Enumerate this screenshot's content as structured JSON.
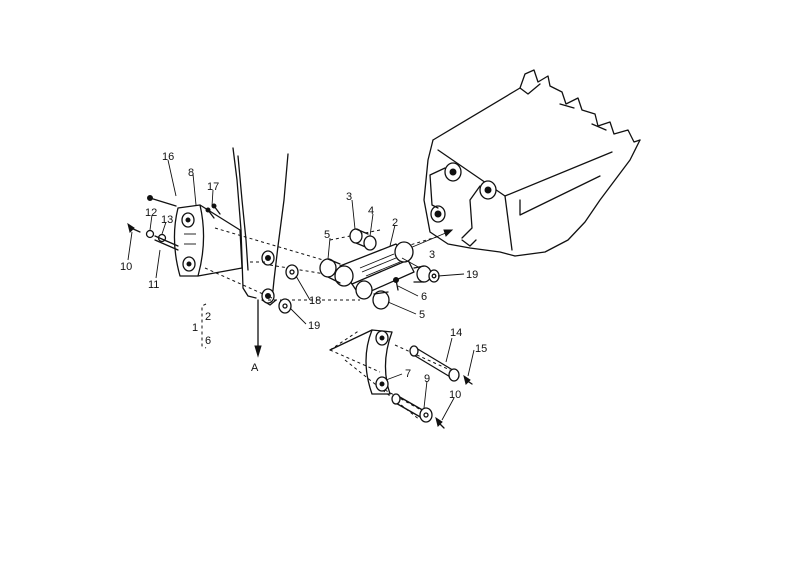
{
  "diagram": {
    "labels": {
      "n1": "1",
      "n2": "2",
      "n2b": "2",
      "n3": "3",
      "n3b": "3",
      "n4": "4",
      "n5": "5",
      "n5b": "5",
      "n6": "6",
      "n6b": "6",
      "n7": "7",
      "n8": "8",
      "n9": "9",
      "n10": "10",
      "n10b": "10",
      "n11": "11",
      "n12": "12",
      "n13": "13",
      "n14": "14",
      "n15": "15",
      "n16": "16",
      "n17": "17",
      "n18": "18",
      "n19": "19",
      "n19b": "19",
      "A": "A"
    }
  }
}
